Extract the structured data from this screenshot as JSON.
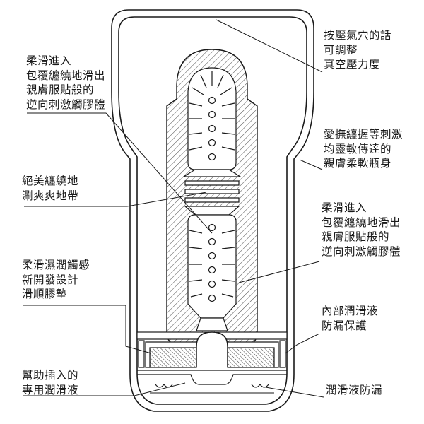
{
  "labels": {
    "vacuum": [
      "按壓氣穴的話",
      "可調整",
      "真空壓力度"
    ],
    "grip": [
      "愛撫纏握等刺激",
      "均靈敏傳達的",
      "親膚柔軟瓶身"
    ],
    "inner_right": [
      "柔滑進入",
      "包覆纏繞地滑出",
      "親膚服貼般的",
      "逆向刺激觸膠體"
    ],
    "inner_left": [
      "柔滑進入",
      "包覆纏繞地滑出",
      "親膚服貼般的",
      "逆向刺激觸膠體"
    ],
    "wrap": [
      "絕美纏繞地",
      "涮爽爽地帶"
    ],
    "pad": [
      "柔滑濕潤觸感",
      "新開發設計",
      "滑順膠墊"
    ],
    "leak_guard": [
      "內部潤滑液",
      "防漏保護"
    ],
    "insert_lube": [
      "幫助插入的",
      "專用潤滑液"
    ],
    "lube_leak": [
      "潤滑液防漏"
    ]
  },
  "colors": {
    "line": "#1a1a1a",
    "hatch": "#555555",
    "background": "#ffffff"
  }
}
